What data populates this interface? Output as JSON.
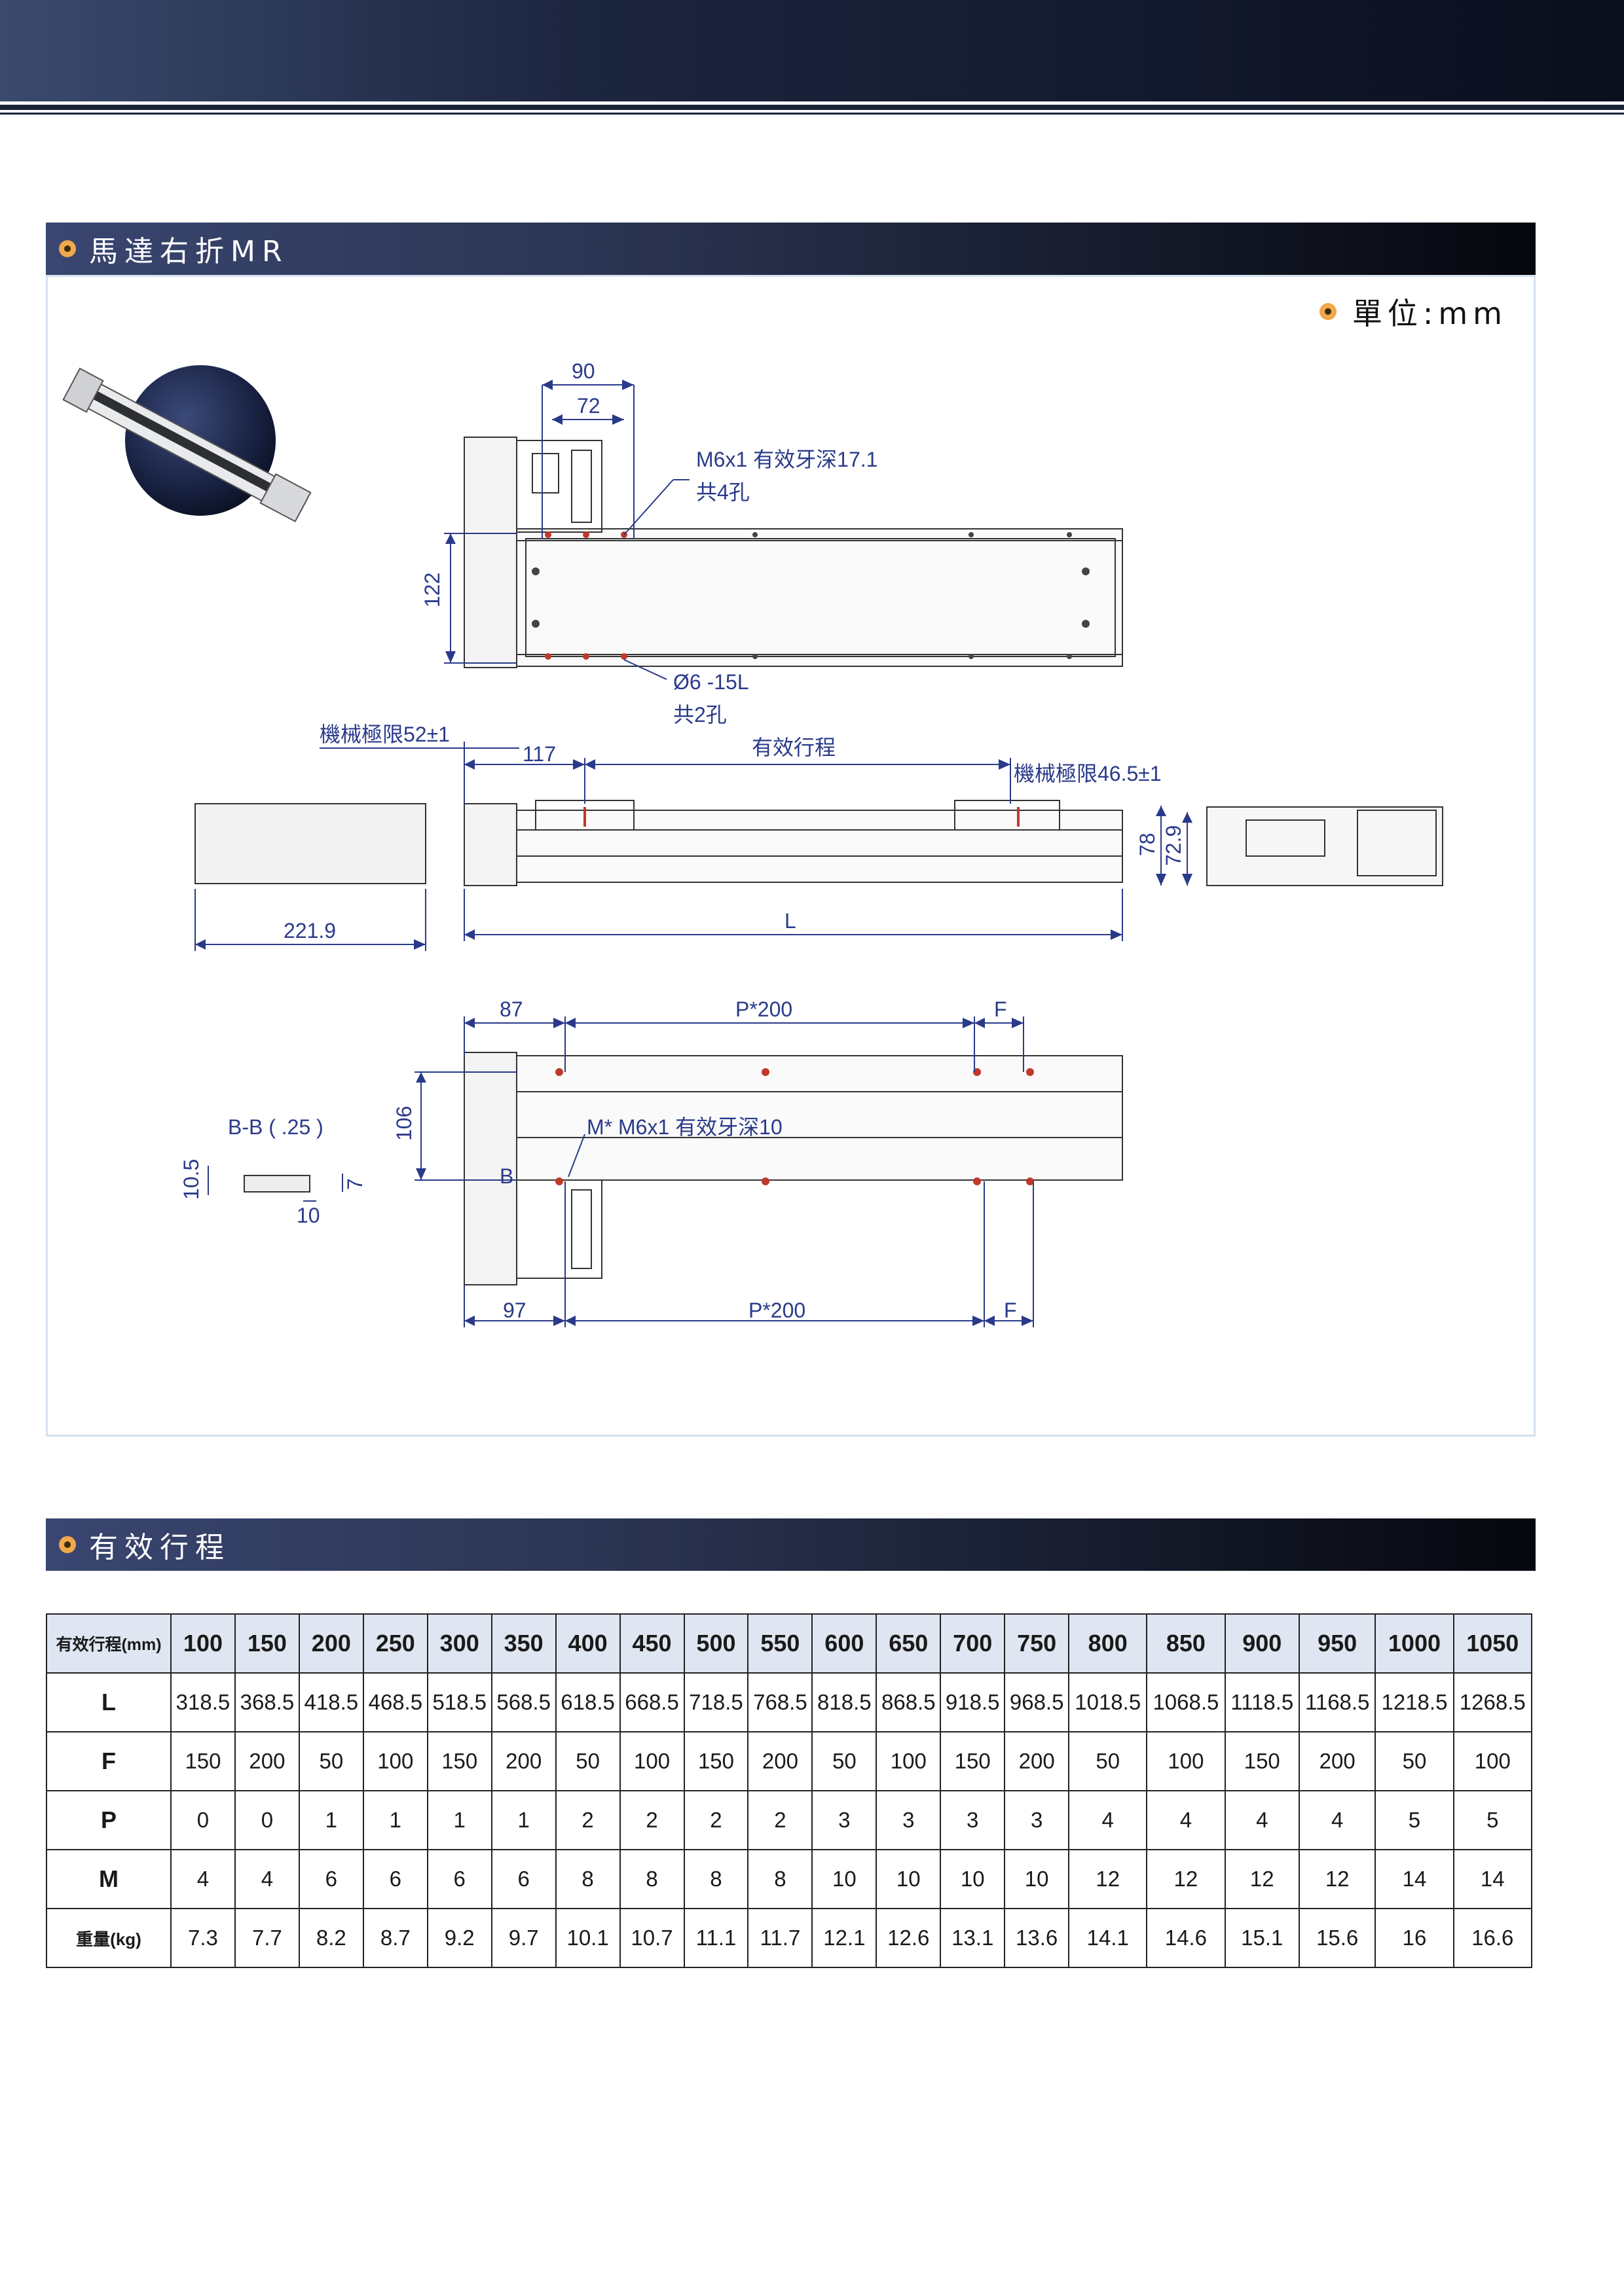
{
  "section1": {
    "title": "馬達右折MR",
    "unit_label": "單位:mm"
  },
  "section2": {
    "title": "有效行程"
  },
  "drawing": {
    "top_view": {
      "dim_90": "90",
      "dim_72": "72",
      "dim_122": "122",
      "note_m6": "M6x1 有效牙深17.1",
      "note_4holes": "共4孔",
      "note_dia6": "Ø6 -15L",
      "note_2holes": "共2孔"
    },
    "side_view": {
      "limit_left": "機械極限52±1",
      "dim_117": "117",
      "stroke_label": "有效行程",
      "limit_right": "機械極限46.5±1",
      "dim_L": "L",
      "dim_221": "221.9",
      "dim_78": "78",
      "dim_729": "72.9"
    },
    "bottom_view": {
      "dim_87": "87",
      "dim_p200_top": "P*200",
      "dim_F_top": "F",
      "dim_106": "106",
      "note_m": "M* M6x1 有效牙深10",
      "bb_label": "B-B ( .25 )",
      "dim_105": "10.5",
      "dim_7": "7",
      "dim_10": "10",
      "dim_97": "97",
      "dim_p200_bot": "P*200",
      "dim_F_bot": "F",
      "section_B": "B"
    }
  },
  "table": {
    "corner": "有效行程(mm)",
    "strokes": [
      "100",
      "150",
      "200",
      "250",
      "300",
      "350",
      "400",
      "450",
      "500",
      "550",
      "600",
      "650",
      "700",
      "750",
      "800",
      "850",
      "900",
      "950",
      "1000",
      "1050"
    ],
    "rows": [
      {
        "label": "L",
        "values": [
          "318.5",
          "368.5",
          "418.5",
          "468.5",
          "518.5",
          "568.5",
          "618.5",
          "668.5",
          "718.5",
          "768.5",
          "818.5",
          "868.5",
          "918.5",
          "968.5",
          "1018.5",
          "1068.5",
          "1118.5",
          "1168.5",
          "1218.5",
          "1268.5"
        ]
      },
      {
        "label": "F",
        "values": [
          "150",
          "200",
          "50",
          "100",
          "150",
          "200",
          "50",
          "100",
          "150",
          "200",
          "50",
          "100",
          "150",
          "200",
          "50",
          "100",
          "150",
          "200",
          "50",
          "100"
        ]
      },
      {
        "label": "P",
        "values": [
          "0",
          "0",
          "1",
          "1",
          "1",
          "1",
          "2",
          "2",
          "2",
          "2",
          "3",
          "3",
          "3",
          "3",
          "4",
          "4",
          "4",
          "4",
          "5",
          "5"
        ]
      },
      {
        "label": "M",
        "values": [
          "4",
          "4",
          "6",
          "6",
          "6",
          "6",
          "8",
          "8",
          "8",
          "8",
          "10",
          "10",
          "10",
          "10",
          "12",
          "12",
          "12",
          "12",
          "14",
          "14"
        ]
      },
      {
        "label": "重量(kg)",
        "values": [
          "7.3",
          "7.7",
          "8.2",
          "8.7",
          "9.2",
          "9.7",
          "10.1",
          "10.7",
          "11.1",
          "11.7",
          "12.1",
          "12.6",
          "13.1",
          "13.6",
          "14.1",
          "14.6",
          "15.1",
          "15.6",
          "16",
          "16.6"
        ]
      }
    ]
  }
}
